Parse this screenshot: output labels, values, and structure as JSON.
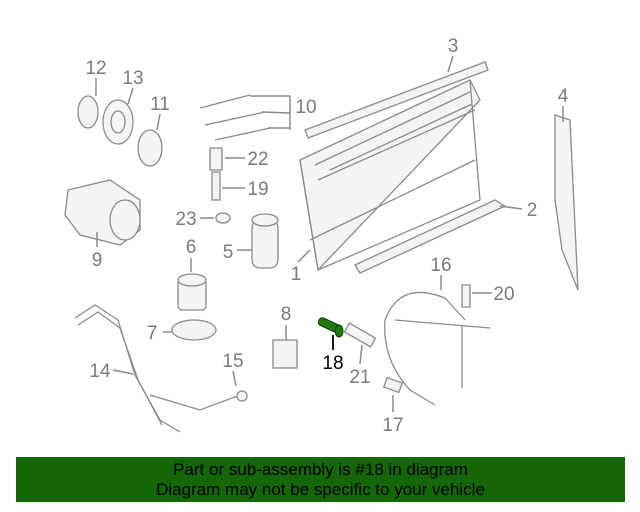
{
  "diagram": {
    "highlight_color": "#1f7a0a",
    "highlighted_part": "18",
    "labels": [
      {
        "id": "12",
        "text": "12"
      },
      {
        "id": "13",
        "text": "13"
      },
      {
        "id": "11",
        "text": "11"
      },
      {
        "id": "10",
        "text": "10"
      },
      {
        "id": "3",
        "text": "3"
      },
      {
        "id": "4",
        "text": "4"
      },
      {
        "id": "22",
        "text": "22"
      },
      {
        "id": "19",
        "text": "19"
      },
      {
        "id": "23",
        "text": "23"
      },
      {
        "id": "2",
        "text": "2"
      },
      {
        "id": "6",
        "text": "6"
      },
      {
        "id": "5",
        "text": "5"
      },
      {
        "id": "9",
        "text": "9"
      },
      {
        "id": "1",
        "text": "1"
      },
      {
        "id": "16",
        "text": "16"
      },
      {
        "id": "20",
        "text": "20"
      },
      {
        "id": "8",
        "text": "8"
      },
      {
        "id": "7",
        "text": "7"
      },
      {
        "id": "18",
        "text": "18"
      },
      {
        "id": "15",
        "text": "15"
      },
      {
        "id": "14",
        "text": "14"
      },
      {
        "id": "21",
        "text": "21"
      },
      {
        "id": "17",
        "text": "17"
      }
    ]
  },
  "banner": {
    "line1": "Part or sub-assembly is #18 in diagram",
    "line2": "Diagram may not be specific to your vehicle",
    "color": "#156606"
  }
}
